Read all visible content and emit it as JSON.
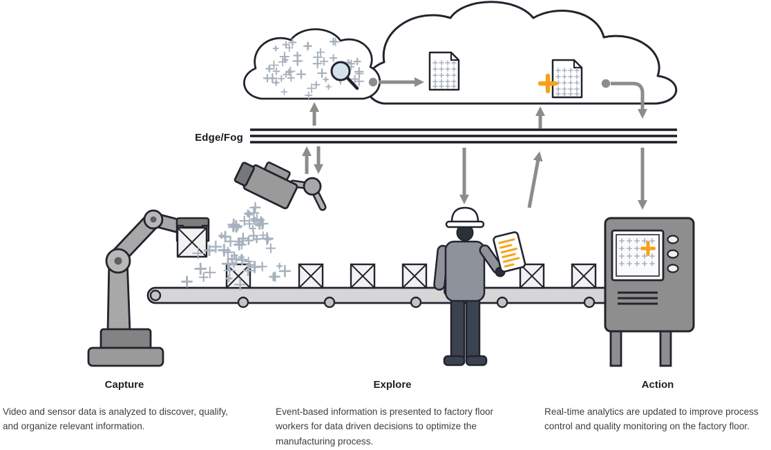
{
  "edge_fog_label": "Edge/Fog",
  "sections": {
    "capture": {
      "title": "Capture",
      "description": "Video and sensor data is analyzed to discover, qualify, and organize relevant information."
    },
    "explore": {
      "title": "Explore",
      "description": "Event-based information is presented to factory floor workers for data driven decisions to optimize the manufacturing process."
    },
    "action": {
      "title": "Action",
      "description": "Real-time analytics are updated to improve process control and quality monitoring on the factory floor."
    }
  },
  "icons": {
    "magnifier-icon": "magnifying glass over data cloud",
    "document-icon": "document page with plus-mark data grid",
    "orange-plus-icon": "+",
    "data-plus-mark": "+",
    "flow-arrow": "→"
  },
  "colors": {
    "outline": "#23232E",
    "arrow_gray": "#8C8C8C",
    "plus_blue_gray": "#A7B2BE",
    "accent_orange": "#F5A21B",
    "belt_gray": "#D6D6D6",
    "machine_gray": "#8E8E8E"
  }
}
